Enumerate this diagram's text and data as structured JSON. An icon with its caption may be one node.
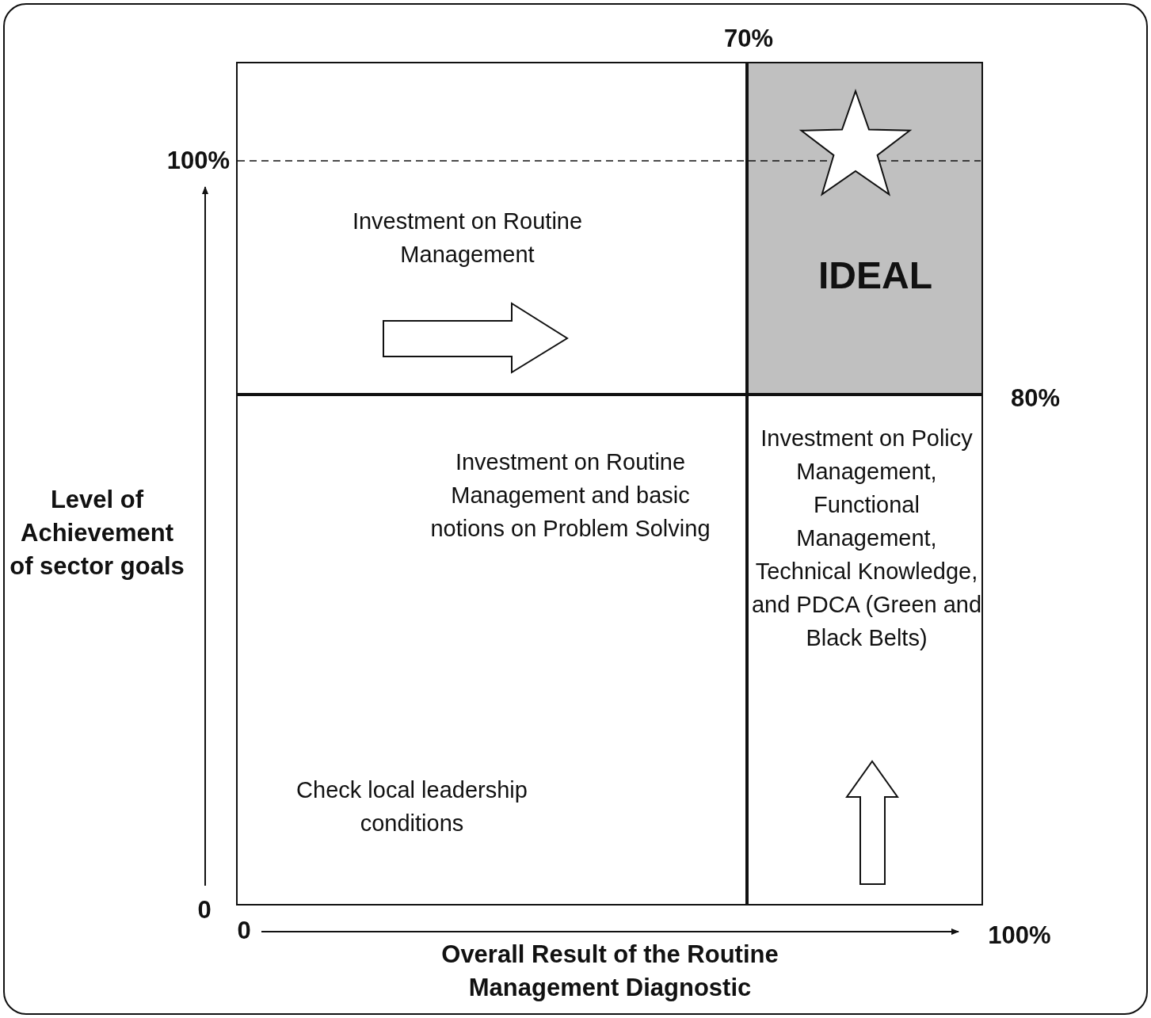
{
  "diagram": {
    "nodes": [
      {
        "text": [
          "Investment on Routine Management"
        ]
      },
      {
        "text": [
          "IDEAL"
        ]
      },
      {
        "text": [
          "Investment on Routine Management and basic notions on Problem Solving",
          "Check local leadership conditions"
        ]
      },
      {
        "text": [
          "Investment on Policy Management, Functional Management, Technical Knowledge, and PDCA (Green and Black Belts)"
        ]
      }
    ],
    "edges": [],
    "labels": [
      "70%",
      "100%",
      "80%",
      "Level of Achievement of sector goals",
      "0",
      "0",
      "100%",
      "Overall Result of the Routine Management Diagnostic"
    ]
  }
}
